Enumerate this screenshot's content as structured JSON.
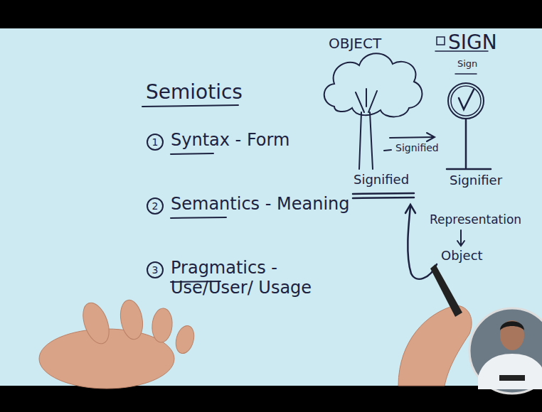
{
  "diagram": {
    "title": "Semiotics",
    "labels": [
      "1",
      "Syntax - Form",
      "2",
      "Semantics - Meaning",
      "3",
      "Pragmatics - Use/User/ Usage",
      "OBJECT",
      "SIGN",
      "Sign",
      "Signified",
      "Signified",
      "Signifier",
      "Representation",
      "Object"
    ]
  }
}
